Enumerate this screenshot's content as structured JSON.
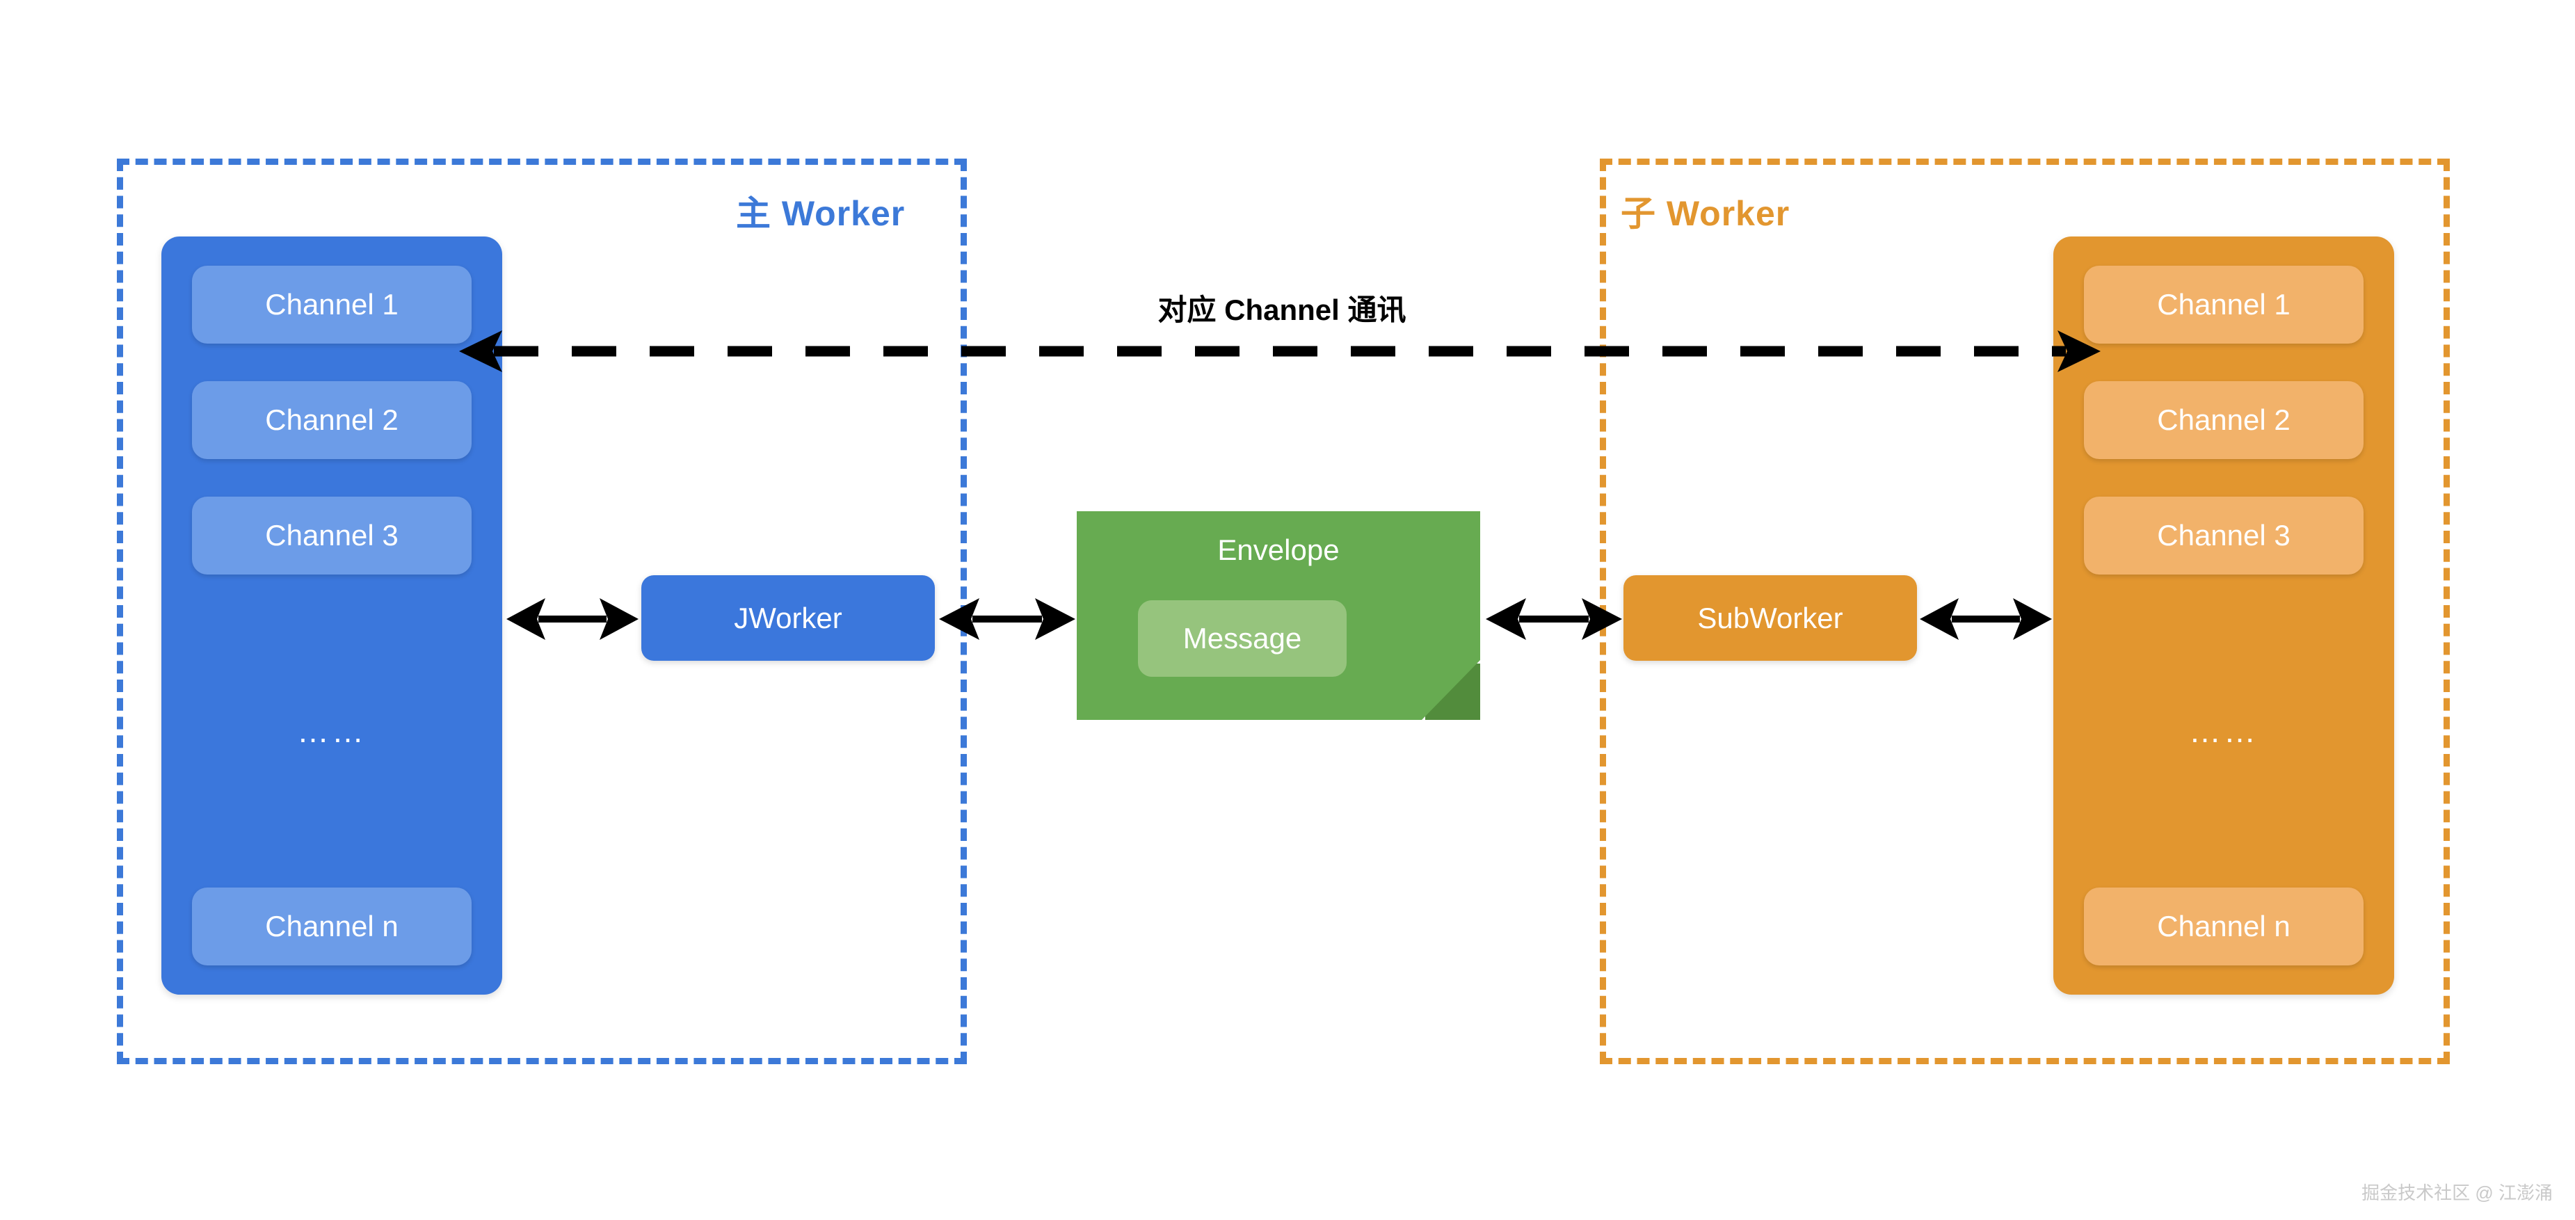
{
  "diagram": {
    "title": "JWorker / SubWorker Channel communication diagram",
    "background_color": "#ffffff"
  },
  "groups": {
    "main": {
      "label": "主 Worker",
      "border_color": "#3C79D8",
      "stack_color": "#3B77DC",
      "channel_color": "#6C9CE8"
    },
    "sub": {
      "label": "子 Worker",
      "border_color": "#E2962F",
      "stack_color": "#E2962F",
      "channel_color": "#F2B26A"
    }
  },
  "channels": {
    "items": [
      {
        "label": "Channel 1"
      },
      {
        "label": "Channel 2"
      },
      {
        "label": "Channel 3"
      }
    ],
    "ellipsis": "……",
    "last": {
      "label": "Channel n"
    }
  },
  "workers": {
    "main_worker": {
      "label": "JWorker",
      "color": "#3B77DC"
    },
    "sub_worker": {
      "label": "SubWorker",
      "color": "#E2962F"
    }
  },
  "envelope": {
    "title": "Envelope",
    "message": "Message",
    "color": "#67AB51",
    "fold_color": "#528C3C",
    "message_color": "#96C47D"
  },
  "connections": {
    "channel_link_label": "对应 Channel 通讯",
    "arrow_color": "#000000"
  },
  "watermark": {
    "text": "掘金技术社区 @ 江澎涌"
  }
}
